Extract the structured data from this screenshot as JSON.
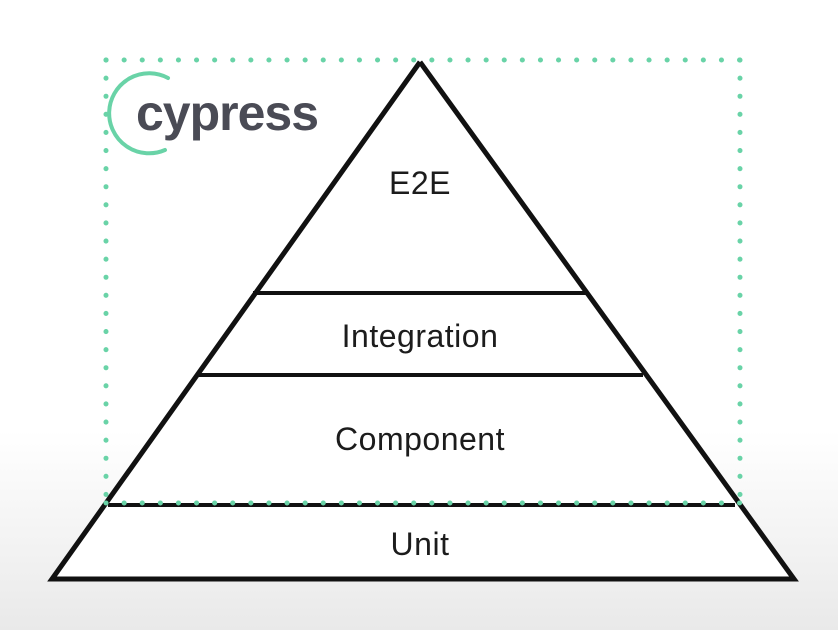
{
  "logo": {
    "text": "cypress",
    "ring_color": "#69d3a7",
    "text_color": "#4a4b55"
  },
  "frame": {
    "style": "dotted",
    "color": "#69d3a7"
  },
  "pyramid": {
    "stroke_color": "#111111",
    "layers": [
      {
        "id": "e2e",
        "label": "E2E"
      },
      {
        "id": "integration",
        "label": "Integration"
      },
      {
        "id": "component",
        "label": "Component"
      },
      {
        "id": "unit",
        "label": "Unit"
      }
    ]
  }
}
